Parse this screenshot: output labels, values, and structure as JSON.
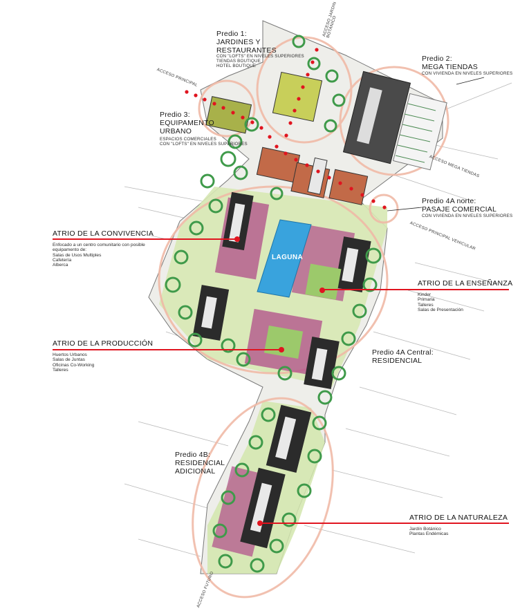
{
  "colors": {
    "accent_red": "#e0141f",
    "zone_ring": "#f0b9a6",
    "laguna": "#39a3dd",
    "building_dark": "#2b2b2b",
    "courtyard_pink": "#b04c8a",
    "vegetation": "#3f9a4a",
    "lawn": "#9cc96b",
    "terracotta": "#c26a48",
    "olive": "#a8b14a"
  },
  "predios": {
    "p1": {
      "title_1": "Predio 1:",
      "title_2": "JARDINES Y",
      "title_3": "RESTAURANTES",
      "sub_1": "CON \"LOFTS\" EN NIVELES SUPERIORES",
      "sub_2": "TIENDAS BOUTIQUE",
      "sub_3": "HOTEL BOUTIQUE"
    },
    "p2": {
      "title_1": "Predio 2:",
      "title_2": "MEGA TIENDAS",
      "sub_1": "CON VIVIENDA EN NIVELES SUPERIORES"
    },
    "p3": {
      "title_1": "Predio 3:",
      "title_2": "EQUIPAMENTO",
      "title_3": "URBANO",
      "sub_1": "ESPACIOS COMERCIALES",
      "sub_2": "CON \"LOFTS\" EN NIVELES SUPERIORES"
    },
    "p4a_norte": {
      "title_1": "Predio 4A norte:",
      "title_2": "PASAJE COMERCIAL",
      "sub_1": "CON VIVIENDA EN NIVELES SUPERIORES"
    },
    "p4a_central": {
      "title_1": "Predio 4A Central:",
      "title_2": "RESIDENCIAL"
    },
    "p4b": {
      "title_1": "Predio 4B:",
      "title_2": "RESIDENCIAL",
      "title_3": "ADICIONAL"
    }
  },
  "atrios": {
    "convivencia": {
      "title": "ATRIO DE LA CONVIVENCIA",
      "lines": [
        "Enfocado a un centro comunitario con posible",
        "equipamento de:",
        "Salas de Usos Multiples",
        "Cafetería",
        "Alberca"
      ]
    },
    "ensenanza": {
      "title": "ATRIO DE LA ENSEÑANZA",
      "lines": [
        "Kinder",
        "Primaria",
        "Talleres",
        "Salas de Presentación"
      ]
    },
    "produccion": {
      "title": "ATRIO DE LA PRODUCCIÓN",
      "lines": [
        "Huertos Urbanos",
        "Salas de Juntas",
        "Oficinas Co-Working",
        "Talleres"
      ]
    },
    "naturaleza": {
      "title": "ATRIO DE LA NATURALEZA",
      "lines": [
        "Jardín Botánico",
        "Plantas Endémicas"
      ]
    }
  },
  "accesos": {
    "principal": "ACCESO PRINCIPAL",
    "jardin_botanico_1": "ACCESO JARDIN",
    "jardin_botanico_2": "BOTANICO",
    "mega_tiendas": "ACCESO MEGA TIENDAS",
    "principal_vehicular": "ACCESO PRINCIPAL VEHICULAR",
    "futuro": "ACCESO FUTURO"
  },
  "laguna_label": "LAGUNA"
}
